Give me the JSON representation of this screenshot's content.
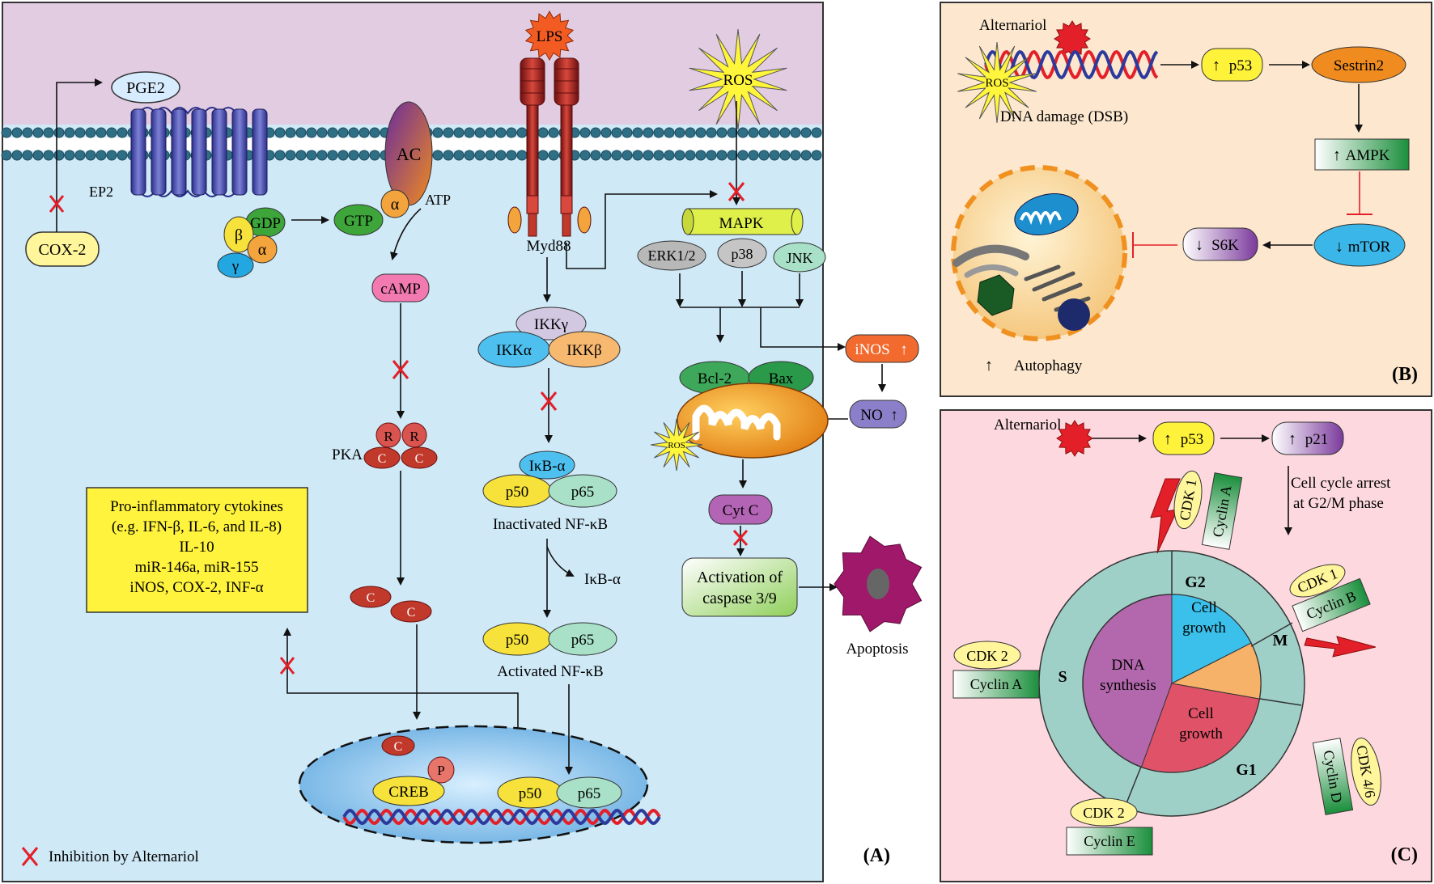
{
  "panel_a": {
    "label": "(A)",
    "legend": "Inhibition by Alternariol",
    "cox2": "COX-2",
    "pge2": "PGE2",
    "ep2": "EP2",
    "ac": "AC",
    "atp": "ATP",
    "gdp": "GDP",
    "gtp": "GTP",
    "alpha": "α",
    "beta": "β",
    "gamma": "γ",
    "camp": "cAMP",
    "pka": "PKA",
    "r": "R",
    "c": "C",
    "p": "P",
    "creb": "CREB",
    "lps": "LPS",
    "myd88": "Myd88",
    "ros": "ROS",
    "mapk": "MAPK",
    "erk": "ERK1/2",
    "p38": "p38",
    "jnk": "JNK",
    "ikkg": "IKKγ",
    "ikka": "IKKα",
    "ikkb": "IKKβ",
    "ikba": "IκB-α",
    "p50": "p50",
    "p65": "p65",
    "inactivated": "Inactivated NF-κB",
    "activated": "Activated NF-κB",
    "ikba_free": "IκB-α",
    "bcl2": "Bcl-2",
    "bax": "Bax",
    "inos": "iNOS",
    "no": "NO",
    "cytc": "Cyt C",
    "caspase_l1": "Activation of",
    "caspase_l2": "caspase 3/9",
    "apoptosis": "Apoptosis",
    "cytokines": [
      "Pro-inflammatory cytokines",
      "(e.g. IFN-β, IL-6, and IL-8)",
      "IL-10",
      "miR-146a, miR-155",
      "iNOS, COX-2, INF-α"
    ]
  },
  "panel_b": {
    "label": "(B)",
    "alternariol": "Alternariol",
    "ros": "ROS",
    "dna_damage": "DNA damage (DSB)",
    "p53": "p53",
    "sestrin2": "Sestrin2",
    "ampk": "AMPK",
    "mtor": "mTOR",
    "s6k": "S6K",
    "autophagy": "Autophagy"
  },
  "panel_c": {
    "label": "(C)",
    "alternariol": "Alternariol",
    "p53": "p53",
    "p21": "p21",
    "arrest_l1": "Cell cycle arrest",
    "arrest_l2": "at G2/M phase",
    "g2": "G2",
    "m": "M",
    "s": "S",
    "g1": "G1",
    "dna_l1": "DNA",
    "dna_l2": "synthesis",
    "cell": "Cell",
    "growth": "growth",
    "cdk1": "CDK 1",
    "cyclin_a": "Cyclin A",
    "cyclin_b": "Cyclin B",
    "cdk2": "CDK 2",
    "cyclin_e": "Cyclin E",
    "cyclin_d": "Cyclin D",
    "cdk46": "CDK 4/6"
  }
}
